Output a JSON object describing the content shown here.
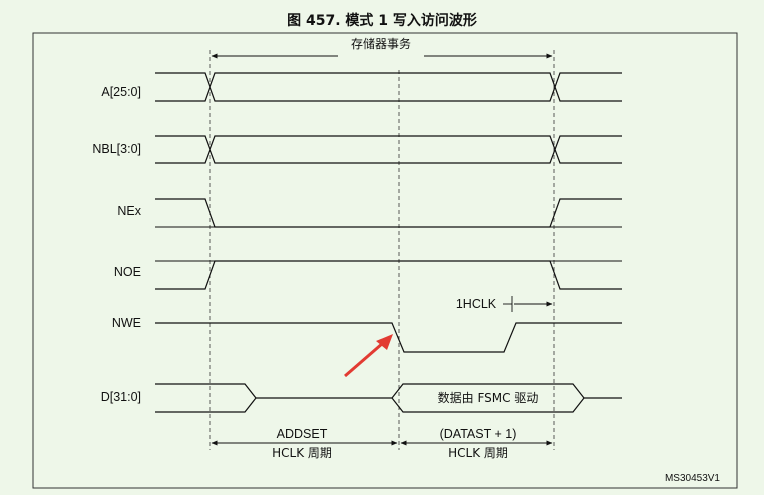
{
  "title": "图 457. 模式 1 写入访问波形",
  "signals": [
    "A[25:0]",
    "NBL[3:0]",
    "NEx",
    "NOE",
    "NWE",
    "D[31:0]"
  ],
  "labels": {
    "memory_transaction": "存储器事务",
    "hclk": "1HCLK",
    "data_driven": "数据由 FSMC 驱动",
    "addset": "ADDSET",
    "addset_unit": "HCLK 周期",
    "datast": "(DATAST + 1)",
    "datast_unit": "HCLK 周期",
    "ref": "MS30453V1"
  },
  "colors": {
    "background": "#eef7e9",
    "waveform": "#111111",
    "arrow": "#e23b32"
  }
}
